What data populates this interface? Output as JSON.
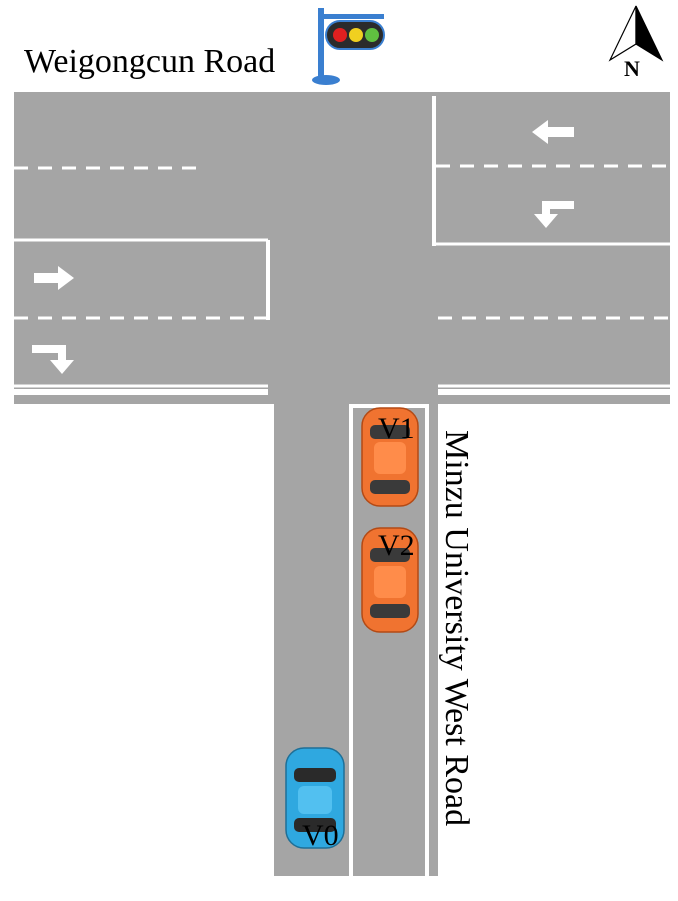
{
  "labels": {
    "horizontal_road": "Weigongcun Road",
    "vertical_road": "Minzu University West Road",
    "north": "N"
  },
  "vehicles": [
    {
      "id": "V1",
      "color": "#f07330"
    },
    {
      "id": "V2",
      "color": "#f07330"
    },
    {
      "id": "V0",
      "color": "#2fa8e0"
    }
  ],
  "traffic_light": {
    "lights": [
      "#e02020",
      "#f0d020",
      "#60c040"
    ]
  },
  "colors": {
    "road": "#a5a5a5",
    "marking": "#ffffff",
    "pole": "#3a7fd0"
  }
}
